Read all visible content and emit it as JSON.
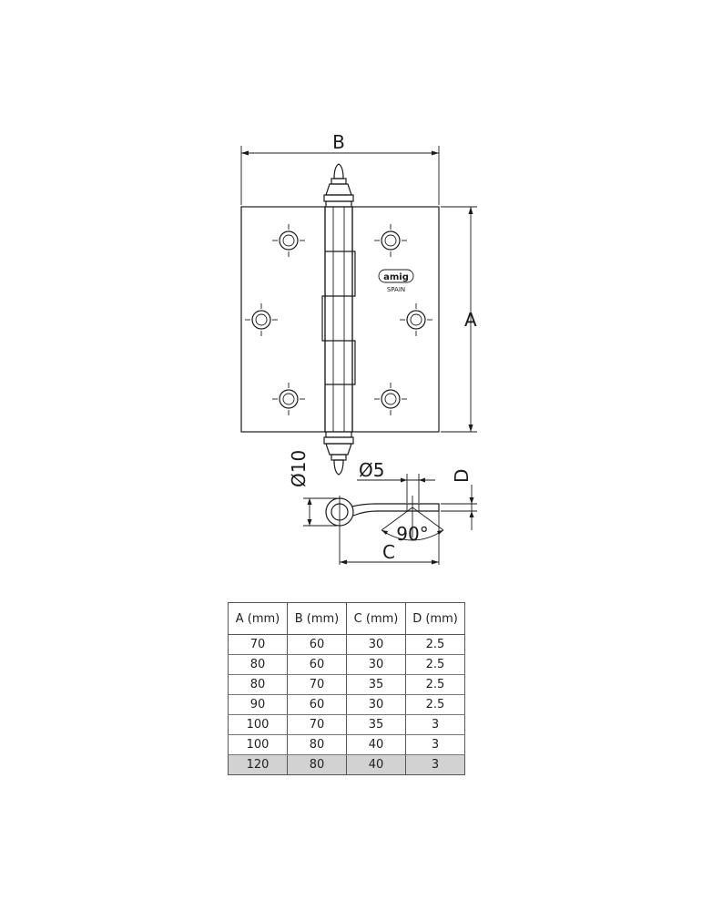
{
  "drawing": {
    "labels": {
      "b": "B",
      "a": "A",
      "c": "C",
      "d": "D",
      "pin_diameter": "Ø10",
      "hole_diameter": "Ø5",
      "angle": "90°"
    },
    "logo": {
      "brand": "amig",
      "country": "SPAIN"
    }
  },
  "table": {
    "headers": [
      "A (mm)",
      "B (mm)",
      "C (mm)",
      "D (mm)"
    ],
    "rows": [
      [
        "70",
        "60",
        "30",
        "2.5"
      ],
      [
        "80",
        "60",
        "30",
        "2.5"
      ],
      [
        "80",
        "70",
        "35",
        "2.5"
      ],
      [
        "90",
        "60",
        "30",
        "2.5"
      ],
      [
        "100",
        "70",
        "35",
        "3"
      ],
      [
        "100",
        "80",
        "40",
        "3"
      ],
      [
        "120",
        "80",
        "40",
        "3"
      ]
    ],
    "highlighted_row": 6,
    "highlight_color": "#d2d2d2"
  }
}
